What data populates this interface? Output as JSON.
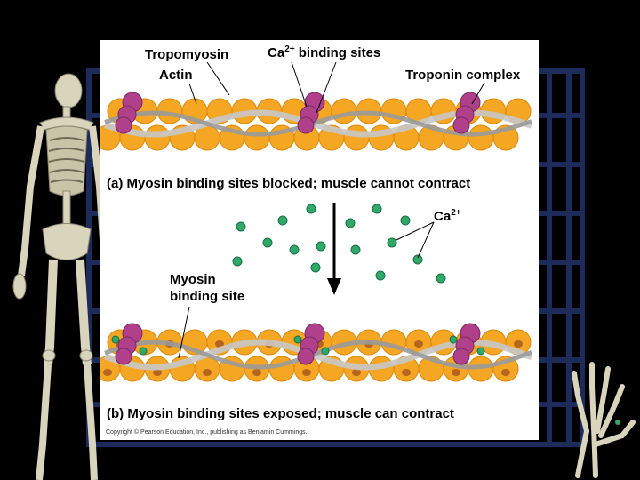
{
  "labels": {
    "tropomyosin": "Tropomyosin",
    "ca_binding_prefix": "Ca",
    "ca_binding_sup": "2+",
    "ca_binding_suffix": " binding sites",
    "actin": "Actin",
    "troponin": "Troponin complex",
    "ca_ion_prefix": "Ca",
    "ca_ion_sup": "2+",
    "myosin_line1": "Myosin",
    "myosin_line2": "binding site"
  },
  "captions": {
    "a": "(a) Myosin binding sites blocked; muscle cannot contract",
    "b": "(b) Myosin binding sites exposed; muscle can contract"
  },
  "copyright": "Copyright © Pearson Education, Inc., publishing as Benjamin Cummings.",
  "colors": {
    "background": "#000000",
    "panel": "#ffffff",
    "actin_bead": "#f5a623",
    "troponin": "#b0408a",
    "calcium": "#2fa86a",
    "tropomyosin": "#c8c8c8",
    "frame_grid": "#1d2b5a"
  },
  "decor": {
    "skeleton": "skeleton-figure",
    "hand": "skeleton-hand"
  }
}
